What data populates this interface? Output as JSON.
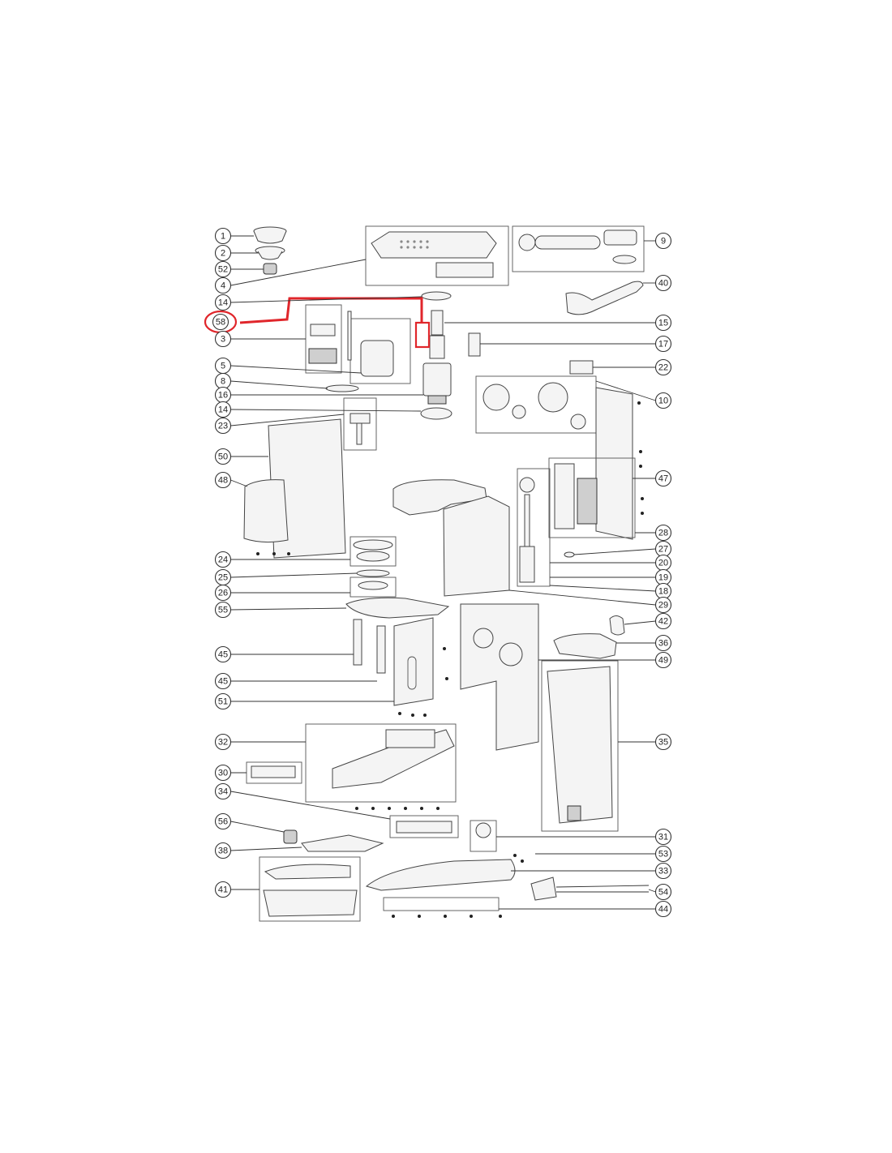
{
  "diagram": {
    "callouts": [
      {
        "id": "c1",
        "label": "1",
        "side": "left"
      },
      {
        "id": "c2",
        "label": "2",
        "side": "left"
      },
      {
        "id": "c52",
        "label": "52",
        "side": "left"
      },
      {
        "id": "c4",
        "label": "4",
        "side": "left"
      },
      {
        "id": "c14a",
        "label": "14",
        "side": "left"
      },
      {
        "id": "c58",
        "label": "58",
        "side": "left",
        "highlighted": true
      },
      {
        "id": "c3",
        "label": "3",
        "side": "left"
      },
      {
        "id": "c5",
        "label": "5",
        "side": "left"
      },
      {
        "id": "c8",
        "label": "8",
        "side": "left"
      },
      {
        "id": "c16",
        "label": "16",
        "side": "left"
      },
      {
        "id": "c14b",
        "label": "14",
        "side": "left"
      },
      {
        "id": "c23",
        "label": "23",
        "side": "left"
      },
      {
        "id": "c50",
        "label": "50",
        "side": "left"
      },
      {
        "id": "c48",
        "label": "48",
        "side": "left"
      },
      {
        "id": "c24",
        "label": "24",
        "side": "left"
      },
      {
        "id": "c25",
        "label": "25",
        "side": "left"
      },
      {
        "id": "c26",
        "label": "26",
        "side": "left"
      },
      {
        "id": "c55",
        "label": "55",
        "side": "left"
      },
      {
        "id": "c45a",
        "label": "45",
        "side": "left"
      },
      {
        "id": "c45b",
        "label": "45",
        "side": "left"
      },
      {
        "id": "c51",
        "label": "51",
        "side": "left"
      },
      {
        "id": "c32",
        "label": "32",
        "side": "left"
      },
      {
        "id": "c30",
        "label": "30",
        "side": "left"
      },
      {
        "id": "c34",
        "label": "34",
        "side": "left"
      },
      {
        "id": "c56",
        "label": "56",
        "side": "left"
      },
      {
        "id": "c38",
        "label": "38",
        "side": "left"
      },
      {
        "id": "c41",
        "label": "41",
        "side": "left"
      },
      {
        "id": "c9",
        "label": "9",
        "side": "right"
      },
      {
        "id": "c40",
        "label": "40",
        "side": "right"
      },
      {
        "id": "c15",
        "label": "15",
        "side": "right"
      },
      {
        "id": "c17",
        "label": "17",
        "side": "right"
      },
      {
        "id": "c22",
        "label": "22",
        "side": "right"
      },
      {
        "id": "c10",
        "label": "10",
        "side": "right"
      },
      {
        "id": "c47",
        "label": "47",
        "side": "right"
      },
      {
        "id": "c28",
        "label": "28",
        "side": "right"
      },
      {
        "id": "c27",
        "label": "27",
        "side": "right"
      },
      {
        "id": "c20",
        "label": "20",
        "side": "right"
      },
      {
        "id": "c19",
        "label": "19",
        "side": "right"
      },
      {
        "id": "c18",
        "label": "18",
        "side": "right"
      },
      {
        "id": "c29",
        "label": "29",
        "side": "right"
      },
      {
        "id": "c42",
        "label": "42",
        "side": "right"
      },
      {
        "id": "c36",
        "label": "36",
        "side": "right"
      },
      {
        "id": "c49",
        "label": "49",
        "side": "right"
      },
      {
        "id": "c35",
        "label": "35",
        "side": "right"
      },
      {
        "id": "c31",
        "label": "31",
        "side": "right"
      },
      {
        "id": "c53",
        "label": "53",
        "side": "right"
      },
      {
        "id": "c33",
        "label": "33",
        "side": "right"
      },
      {
        "id": "c54",
        "label": "54",
        "side": "right"
      },
      {
        "id": "c44",
        "label": "44",
        "side": "right"
      }
    ],
    "highlight_color": "#e0262b",
    "highlighted_callout": "58"
  }
}
